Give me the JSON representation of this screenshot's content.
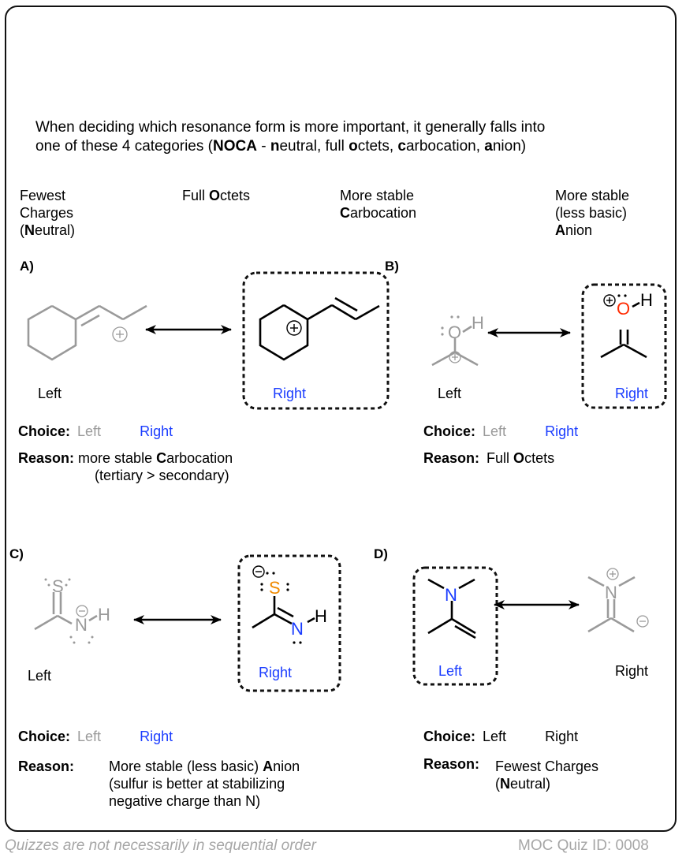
{
  "intro": {
    "line1": "When deciding which resonance form is more important, it generally falls into",
    "line2_pre": "one of these 4 categories (",
    "line2_bold_acronym": "NOCA",
    "line2_sep": " - ",
    "n_bold": "n",
    "n_rest": "eutral, full ",
    "o_bold": "o",
    "o_rest": "ctets, ",
    "c_bold": "c",
    "c_rest": "arbocation, ",
    "a_bold": "a",
    "a_rest": "nion)"
  },
  "categories": [
    {
      "line1": "Fewest",
      "line2": "Charges",
      "line3_pre": "(",
      "line3_bold": "N",
      "line3_rest": "eutral)"
    },
    {
      "pre": "Full ",
      "bold": "O",
      "rest": "ctets"
    },
    {
      "line1": "More stable",
      "line2_bold": "C",
      "line2_rest": "arbocation"
    },
    {
      "line1": "More stable",
      "line2": "(less basic)",
      "line3_bold": "A",
      "line3_rest": "nion"
    }
  ],
  "questions": [
    {
      "label": "A)",
      "left_label": "Left",
      "right_label": "Right",
      "correct": "Right",
      "choice_label": "Choice:",
      "choice_left": "Left",
      "choice_right": "Right",
      "reason_label": "Reason:",
      "reason_line1_pre": "more stable ",
      "reason_line1_bold": "C",
      "reason_line1_rest": "arbocation",
      "reason_line2": "(tertiary > secondary)"
    },
    {
      "label": "B)",
      "left_label": "Left",
      "right_label": "Right",
      "correct": "Right",
      "choice_label": "Choice:",
      "choice_left": "Left",
      "choice_right": "Right",
      "reason_label": "Reason:",
      "reason_line1_pre": "Full ",
      "reason_line1_bold": "O",
      "reason_line1_rest": "ctets"
    },
    {
      "label": "C)",
      "left_label": "Left",
      "right_label": "Right",
      "correct": "Right",
      "choice_label": "Choice:",
      "choice_left": "Left",
      "choice_right": "Right",
      "reason_label": "Reason:",
      "reason_line1_pre": "More stable (less basic) ",
      "reason_line1_bold": "A",
      "reason_line1_rest": "nion",
      "reason_line2": "(sulfur is better at stabilizing",
      "reason_line3": "negative charge than N)"
    },
    {
      "label": "D)",
      "left_label": "Left",
      "right_label": "Right",
      "correct": "Left",
      "choice_label": "Choice:",
      "choice_left": "Left",
      "choice_right": "Right",
      "reason_label": "Reason:",
      "reason_line1": "Fewest Charges",
      "reason_line2_pre": "(",
      "reason_line2_bold": "N",
      "reason_line2_rest": "eutral)"
    }
  ],
  "atoms": {
    "plus": "+",
    "minus": "−",
    "O": "O",
    "H": "H",
    "S": "S",
    "N": "N"
  },
  "colors": {
    "selected_blue": "#1a3cff",
    "faded_gray": "#9a9a9a",
    "oxygen_red": "#ff2a00",
    "sulfur_orange": "#f08a00",
    "nitrogen_blue": "#1a3cff"
  },
  "footer": {
    "note": "Quizzes are not necessarily in sequential order",
    "quiz_id": "MOC Quiz ID: 0008"
  }
}
